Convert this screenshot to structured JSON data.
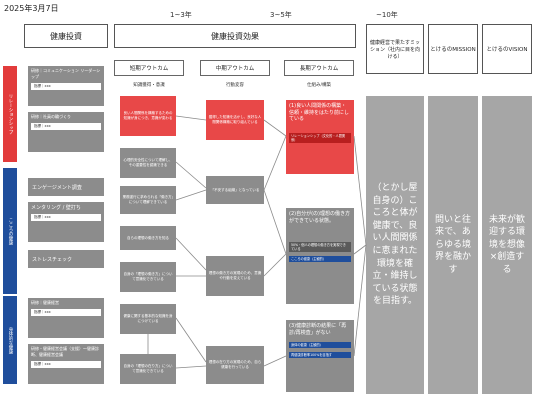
{
  "date": "2025年3月7日",
  "periods": {
    "p1": "1~3年",
    "p2": "3~5年",
    "p3": "~10年"
  },
  "headers": {
    "investment": "健康投資",
    "effect": "健康投資効果",
    "purpose": "健康経営で果たすミッション（社内に目を向ける）",
    "mission": "とけるのMISSION",
    "vision": "とけるのVISION"
  },
  "subheaders": {
    "short": "短期アウトカム",
    "mid": "中期アウトカム",
    "long": "長期アウトカム",
    "short_sub": "知識獲得・意識",
    "mid_sub": "行動変容",
    "long_sub": "仕組み/構築"
  },
  "sidebar": [
    {
      "label": "リレーションシップ",
      "color": "red"
    },
    {
      "label": "こころの健康",
      "color": "blue"
    },
    {
      "label": "身体的な健康",
      "color": "blue"
    }
  ],
  "investments": [
    {
      "title": "研修｜コミュニケーション リーダーシップ",
      "note": "指標｜xxx"
    },
    {
      "title": "研修｜社員の輪づくり",
      "note": "指標｜xxx"
    },
    {
      "title": "エンゲージメント調査"
    },
    {
      "title": "メンタリング / 壁打ち",
      "note": "指標｜xxx"
    },
    {
      "title": "ストレスチェック"
    },
    {
      "title": "研修｜健康経営",
      "note": "指標｜xxx"
    },
    {
      "title": "研修・健康経営会議（支援）〜健康診断、健康経営会議",
      "note": "指標｜xxx"
    }
  ],
  "short_outcomes": [
    "良い人間関係を構築するための知識が身につき、意識が変わる",
    "心理的安全性について理解し、その重要性を認識できる",
    "業務遂行に求められる「働き方」について理解できている",
    "自らの理想の働き方を知る",
    "自身の「理想の働き方」について意識化できている",
    "健康に関する基本的な知識を身につけている",
    "自身の「理想の在り方」について意識化できている"
  ],
  "mid_outcomes": [
    "獲得した知識を活かし、良好な人間関係構築に取り組んでいる",
    "「不安する組織」となっている",
    "理想の働き方の実現のため、意識や行動を変えている",
    "理想の在り方の実現のため、自ら健康を行っている"
  ],
  "long_outcomes": [
    {
      "text": "(1)良い人間関係の構築・信頼・維持をはたり前にしている",
      "badge": "リレーションシップ（文化的・人間関係）",
      "color": "red"
    },
    {
      "text": "(2)自分が(の)理想の働き方ができている状態。",
      "badge": "こころの健康（主観的）",
      "note": "50%・個人の理想の働き方を実現できている",
      "color": "grey"
    },
    {
      "text": "(3)健康診断の結果に「再診/再検査」がない",
      "badge": "身体の健康（主観的）",
      "note": "再健康診断率100%を目指す",
      "color": "grey"
    }
  ],
  "purpose_text": "（とかし屋自身の）こころと体が健康で、良い人間関係に恵まれた環境を確立・維持している状態を目指す。",
  "mission_text": "問いと往来で、あらゆる境界を融かす",
  "vision_text": "未来が歓迎する環境を想像×創造する"
}
